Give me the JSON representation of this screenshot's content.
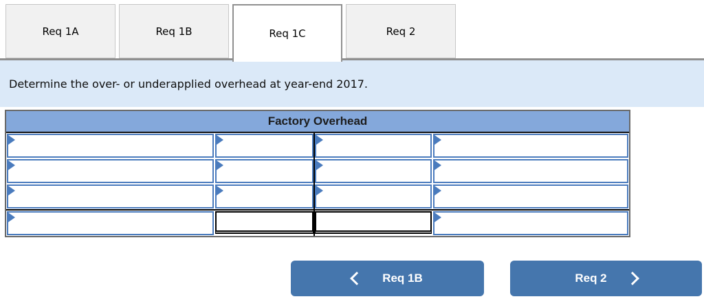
{
  "tabs": [
    {
      "label": "Req 1A",
      "active": false
    },
    {
      "label": "Req 1B",
      "active": false
    },
    {
      "label": "Req 1C",
      "active": true
    },
    {
      "label": "Req 2",
      "active": false
    }
  ],
  "instruction": "Determine the over- or underapplied overhead at year-end 2017.",
  "taccount": {
    "title": "Factory Overhead",
    "rows": 4,
    "columns_per_row": 4,
    "cells_empty": true
  },
  "nav": {
    "prev": "Req 1B",
    "next": "Req 2"
  },
  "colors": {
    "accent_blue": "#4576ad",
    "header_blue": "#84a8db",
    "cell_border_blue": "#4a7bbd",
    "instruction_bg": "#dbe9f8"
  }
}
